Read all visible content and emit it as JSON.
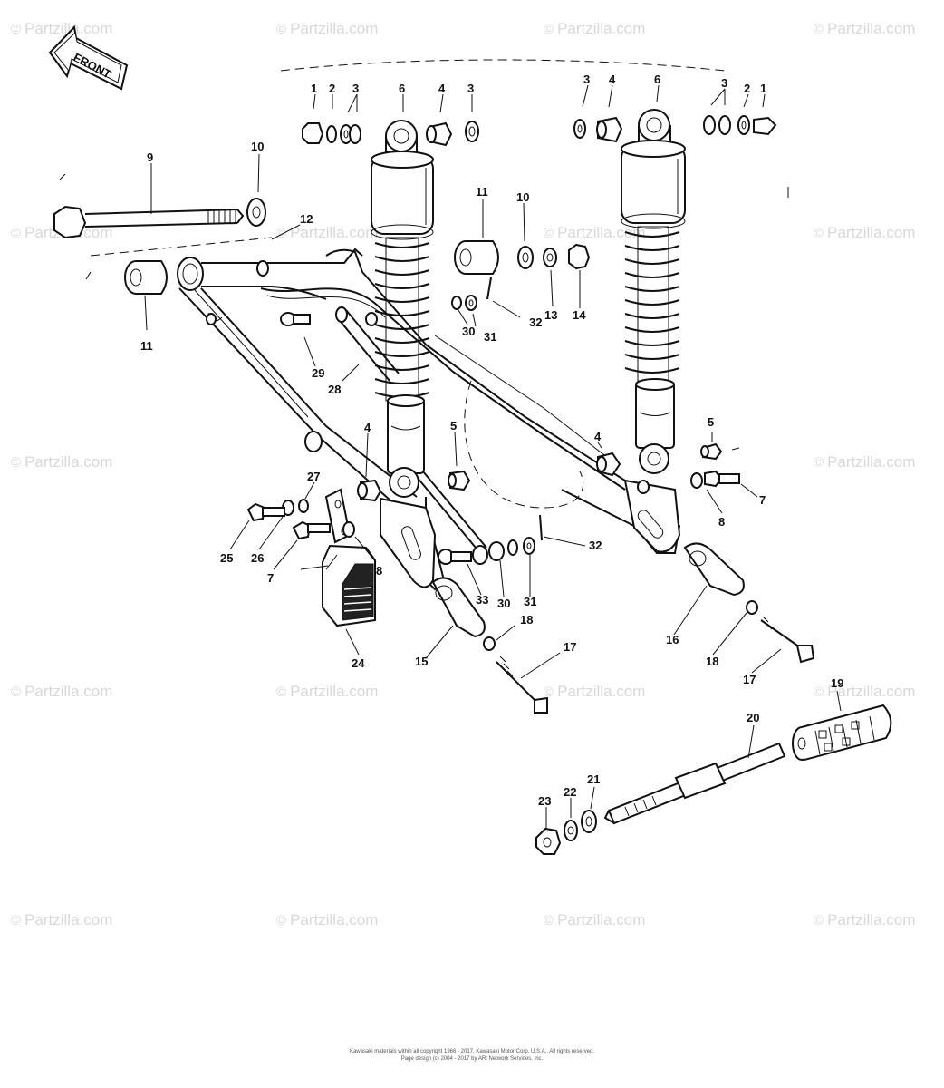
{
  "brand": {
    "watermark_text": "Partzilla.com",
    "copyright_symbol": "©"
  },
  "front_arrow": {
    "label": "FRONT"
  },
  "callouts": {
    "c1a": "1",
    "c2a": "2",
    "c3a": "3",
    "c6a": "6",
    "c4a": "4",
    "c3b": "3",
    "c3c": "3",
    "c4b": "4",
    "c6b": "6",
    "c3d": "3",
    "c2b": "2",
    "c1b": "1",
    "c9": "9",
    "c10a": "10",
    "c12": "12",
    "c11a": "11",
    "c10b": "10",
    "c11b": "11",
    "c13": "13",
    "c14": "14",
    "c30a": "30",
    "c31a": "31",
    "c32a": "32",
    "c29": "29",
    "c28": "28",
    "c4c": "4",
    "c5a": "5",
    "c4d": "4",
    "c5b": "5",
    "c7a": "7",
    "c8a": "8",
    "c27": "27",
    "c25": "25",
    "c26": "26",
    "c7b": "7",
    "c8b": "8",
    "c24": "24",
    "c33": "33",
    "c30b": "30",
    "c31b": "31",
    "c32b": "32",
    "c18a": "18",
    "c15": "15",
    "c17a": "17",
    "c16": "16",
    "c18b": "18",
    "c17b": "17",
    "c19": "19",
    "c20": "20",
    "c21": "21",
    "c22": "22",
    "c23": "23"
  },
  "footer": {
    "line1": "Kawasaki materials within all copyright 1966 - 2017, Kawasaki Motor Corp. U.S.A.. All rights reserved.",
    "line2": "Page design (c) 2004 - 2017 by ARI Network Services, Inc."
  }
}
